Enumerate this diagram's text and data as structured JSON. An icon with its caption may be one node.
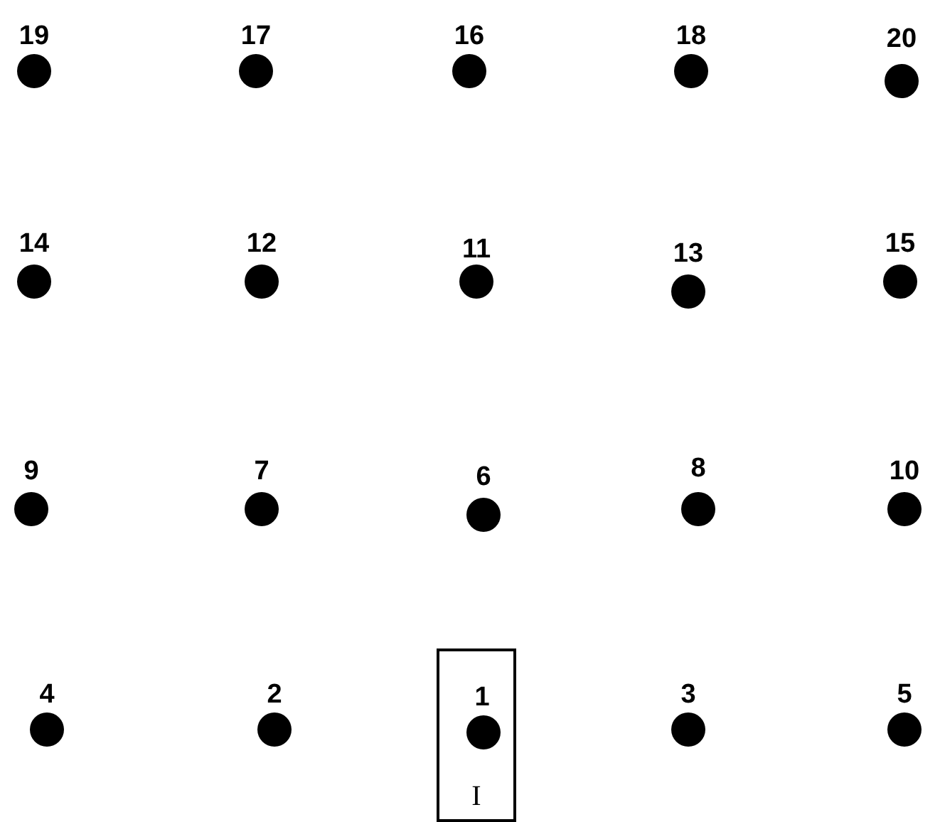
{
  "diagram": {
    "nodes": [
      {
        "text": [],
        "shape": "circle",
        "beside": [
          "19"
        ]
      },
      {
        "text": [],
        "shape": "circle",
        "beside": [
          "17"
        ]
      },
      {
        "text": [],
        "shape": "circle",
        "beside": [
          "16"
        ]
      },
      {
        "text": [],
        "shape": "circle",
        "beside": [
          "18"
        ]
      },
      {
        "text": [],
        "shape": "circle",
        "beside": [
          "20"
        ]
      },
      {
        "text": [],
        "shape": "circle",
        "beside": [
          "14"
        ]
      },
      {
        "text": [],
        "shape": "circle",
        "beside": [
          "12"
        ]
      },
      {
        "text": [],
        "shape": "circle",
        "beside": [
          "11"
        ]
      },
      {
        "text": [],
        "shape": "circle",
        "beside": [
          "13"
        ]
      },
      {
        "text": [],
        "shape": "circle",
        "beside": [
          "15"
        ]
      },
      {
        "text": [],
        "shape": "circle",
        "beside": [
          "9"
        ]
      },
      {
        "text": [],
        "shape": "circle",
        "beside": [
          "7"
        ]
      },
      {
        "text": [],
        "shape": "circle",
        "beside": [
          "6"
        ]
      },
      {
        "text": [],
        "shape": "circle",
        "beside": [
          "8"
        ]
      },
      {
        "text": [],
        "shape": "circle",
        "beside": [
          "10"
        ]
      },
      {
        "text": [],
        "shape": "circle",
        "beside": [
          "4"
        ]
      },
      {
        "text": [],
        "shape": "circle",
        "beside": [
          "2"
        ]
      },
      {
        "text": [
          "I"
        ]
      },
      {
        "text": [],
        "shape": "circle",
        "beside": [
          "1"
        ],
        "in": 17
      },
      {
        "text": [],
        "shape": "circle",
        "beside": [
          "3"
        ]
      },
      {
        "text": [],
        "shape": "circle",
        "beside": [
          "5"
        ]
      }
    ]
  }
}
